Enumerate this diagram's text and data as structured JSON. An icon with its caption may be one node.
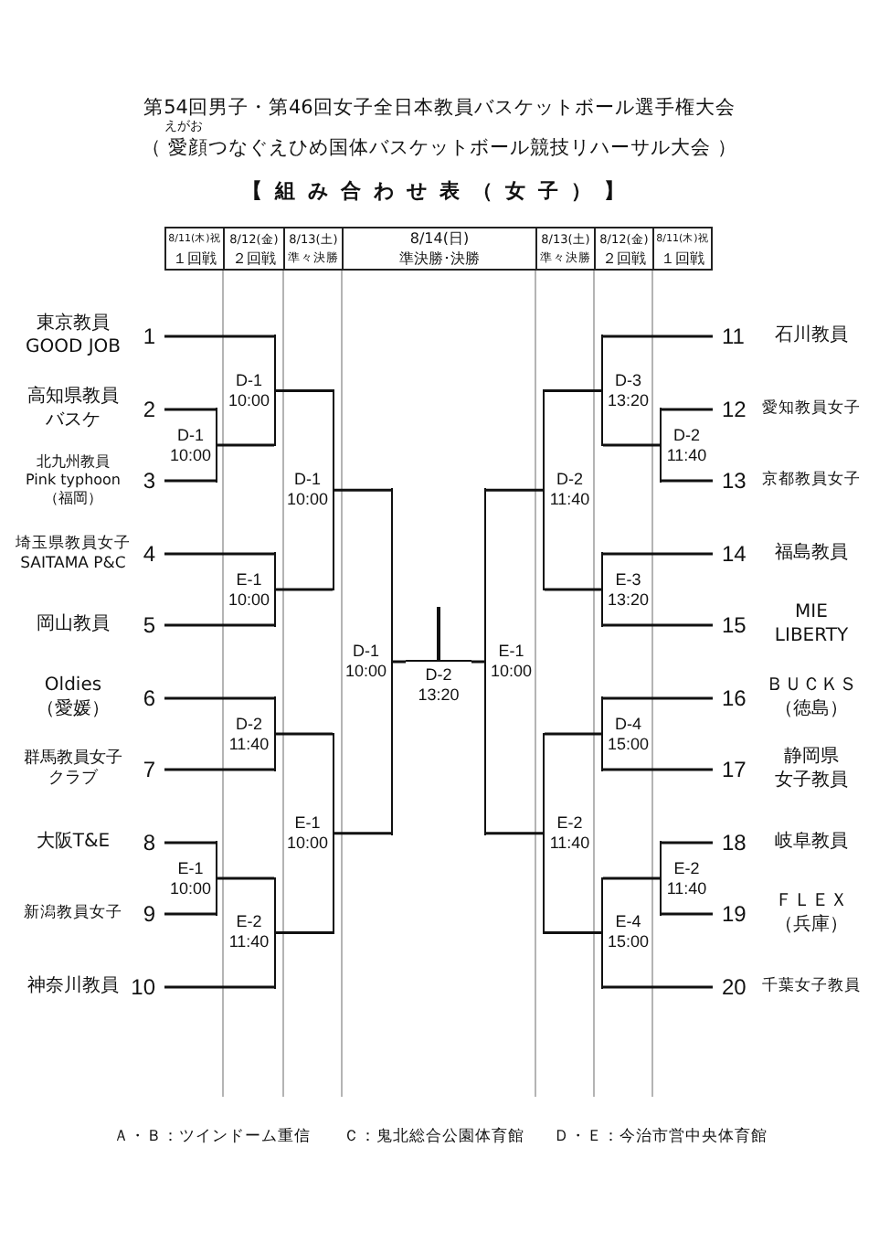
{
  "diagram": {
    "title": "第54回男子・第46回女子全日本教員バスケットボール選手権大会",
    "nodes": [
      {
        "text": [
          "東京教員 GOOD JOB"
        ],
        "beside": [
          "1"
        ]
      },
      {
        "text": [
          "高知県教員バスケ"
        ],
        "beside": [
          "2"
        ]
      },
      {
        "text": [
          "北九州教員 Pink typhoon （福岡）"
        ],
        "beside": [
          "3"
        ]
      },
      {
        "text": [
          "埼玉県教員女子 SAITAMA P&C"
        ],
        "beside": [
          "4"
        ]
      },
      {
        "text": [
          "岡山教員"
        ],
        "beside": [
          "5"
        ]
      },
      {
        "text": [
          "Oldies （愛媛）"
        ],
        "beside": [
          "6"
        ]
      },
      {
        "text": [
          "群馬教員女子クラブ"
        ],
        "beside": [
          "7"
        ]
      },
      {
        "text": [
          "大阪T&E"
        ],
        "beside": [
          "8"
        ]
      },
      {
        "text": [
          "新潟教員女子"
        ],
        "beside": [
          "9"
        ]
      },
      {
        "text": [
          "神奈川教員"
        ],
        "beside": [
          "10"
        ]
      },
      {
        "text": [
          "石川教員"
        ],
        "beside": [
          "11"
        ]
      },
      {
        "text": [
          "愛知教員女子"
        ],
        "beside": [
          "12"
        ]
      },
      {
        "text": [
          "京都教員女子"
        ],
        "beside": [
          "13"
        ]
      },
      {
        "text": [
          "福島教員"
        ],
        "beside": [
          "14"
        ]
      },
      {
        "text": [
          "MIE LIBERTY"
        ],
        "beside": [
          "15"
        ]
      },
      {
        "text": [
          "ＢＵＣＫＳ（徳島）"
        ],
        "beside": [
          "16"
        ]
      },
      {
        "text": [
          "静岡県女子教員"
        ],
        "beside": [
          "17"
        ]
      },
      {
        "text": [
          "岐阜教員"
        ],
        "beside": [
          "18"
        ]
      },
      {
        "text": [
          "ＦＬＥＸ（兵庫）"
        ],
        "beside": [
          "19"
        ]
      },
      {
        "text": [
          "千葉女子教員"
        ],
        "beside": [
          "20"
        ]
      },
      {
        "text": [
          "D-1 10:00"
        ]
      },
      {
        "text": [
          "D-1 10:00"
        ]
      },
      {
        "text": [
          "E-1 10:00"
        ]
      },
      {
        "text": [
          "D-1 10:00"
        ]
      },
      {
        "text": [
          "D-2 11:40"
        ]
      },
      {
        "text": [
          "E-1 10:00"
        ]
      },
      {
        "text": [
          "E-2 11:40"
        ]
      },
      {
        "text": [
          "E-1 10:00"
        ]
      },
      {
        "text": [
          "D-1 10:00"
        ]
      },
      {
        "text": [
          "D-2 13:20"
        ]
      },
      {
        "text": [
          "D-3 13:20"
        ]
      },
      {
        "text": [
          "D-2 11:40"
        ]
      },
      {
        "text": [
          "E-3 13:20"
        ]
      },
      {
        "text": [
          "D-2 11:40"
        ]
      },
      {
        "text": [
          "D-4 15:00"
        ]
      },
      {
        "text": [
          "E-2 11:40"
        ]
      },
      {
        "text": [
          "E-4 15:00"
        ]
      },
      {
        "text": [
          "E-2 11:40"
        ]
      },
      {
        "text": [
          "E-1 10:00"
        ]
      }
    ],
    "edges": [
      {
        "from": 1,
        "to": 20,
        "arrow": "none"
      },
      {
        "from": 2,
        "to": 20,
        "arrow": "none"
      },
      {
        "from": 0,
        "to": 21,
        "arrow": "none"
      },
      {
        "from": 20,
        "to": 21,
        "arrow": "none"
      },
      {
        "from": 3,
        "to": 22,
        "arrow": "none"
      },
      {
        "from": 4,
        "to": 22,
        "arrow": "none"
      },
      {
        "from": 21,
        "to": 23,
        "arrow": "none"
      },
      {
        "from": 22,
        "to": 23,
        "arrow": "none"
      },
      {
        "from": 5,
        "to": 24,
        "arrow": "none"
      },
      {
        "from": 6,
        "to": 24,
        "arrow": "none"
      },
      {
        "from": 7,
        "to": 25,
        "arrow": "none"
      },
      {
        "from": 8,
        "to": 25,
        "arrow": "none"
      },
      {
        "from": 25,
        "to": 26,
        "arrow": "none"
      },
      {
        "from": 9,
        "to": 26,
        "arrow": "none"
      },
      {
        "from": 24,
        "to": 27,
        "arrow": "none"
      },
      {
        "from": 26,
        "to": 27,
        "arrow": "none"
      },
      {
        "from": 23,
        "to": 28,
        "arrow": "none"
      },
      {
        "from": 27,
        "to": 28,
        "arrow": "none"
      },
      {
        "from": 28,
        "to": 29,
        "arrow": "none"
      },
      {
        "from": 38,
        "to": 29,
        "arrow": "none"
      },
      {
        "from": 10,
        "to": 30,
        "arrow": "none"
      },
      {
        "from": 31,
        "to": 30,
        "arrow": "none"
      },
      {
        "from": 11,
        "to": 31,
        "arrow": "none"
      },
      {
        "from": 12,
        "to": 31,
        "arrow": "none"
      },
      {
        "from": 13,
        "to": 32,
        "arrow": "none"
      },
      {
        "from": 14,
        "to": 32,
        "arrow": "none"
      },
      {
        "from": 30,
        "to": 33,
        "arrow": "none"
      },
      {
        "from": 32,
        "to": 33,
        "arrow": "none"
      },
      {
        "from": 15,
        "to": 34,
        "arrow": "none"
      },
      {
        "from": 16,
        "to": 34,
        "arrow": "none"
      },
      {
        "from": 35,
        "to": 36,
        "arrow": "none"
      },
      {
        "from": 17,
        "to": 35,
        "arrow": "none"
      },
      {
        "from": 18,
        "to": 35,
        "arrow": "none"
      },
      {
        "from": 19,
        "to": 36,
        "arrow": "none"
      },
      {
        "from": 34,
        "to": 37,
        "arrow": "none"
      },
      {
        "from": 36,
        "to": 37,
        "arrow": "none"
      },
      {
        "from": 33,
        "to": 38,
        "arrow": "none"
      },
      {
        "from": 37,
        "to": 38,
        "arrow": "none"
      }
    ],
    "labels": [
      "えがお",
      "（ 愛顔つなぐえひめ国体バスケットボール競技リハーサル大会 ）",
      "【組み合わせ表（女子）】",
      "8/11(木)祝",
      "8/12(金)",
      "8/13(土)",
      "8/14(日)",
      "8/13(土)",
      "8/12(金)",
      "8/11(木)祝",
      "１回戦",
      "２回戦",
      "準々決勝",
      "準決勝･決勝",
      "準々決勝",
      "２回戦",
      "１回戦",
      "Ａ・Ｂ：ツインドーム重信",
      "Ｃ：鬼北総合公園体育館",
      "Ｄ・Ｅ：今治市営中央体育館"
    ]
  }
}
